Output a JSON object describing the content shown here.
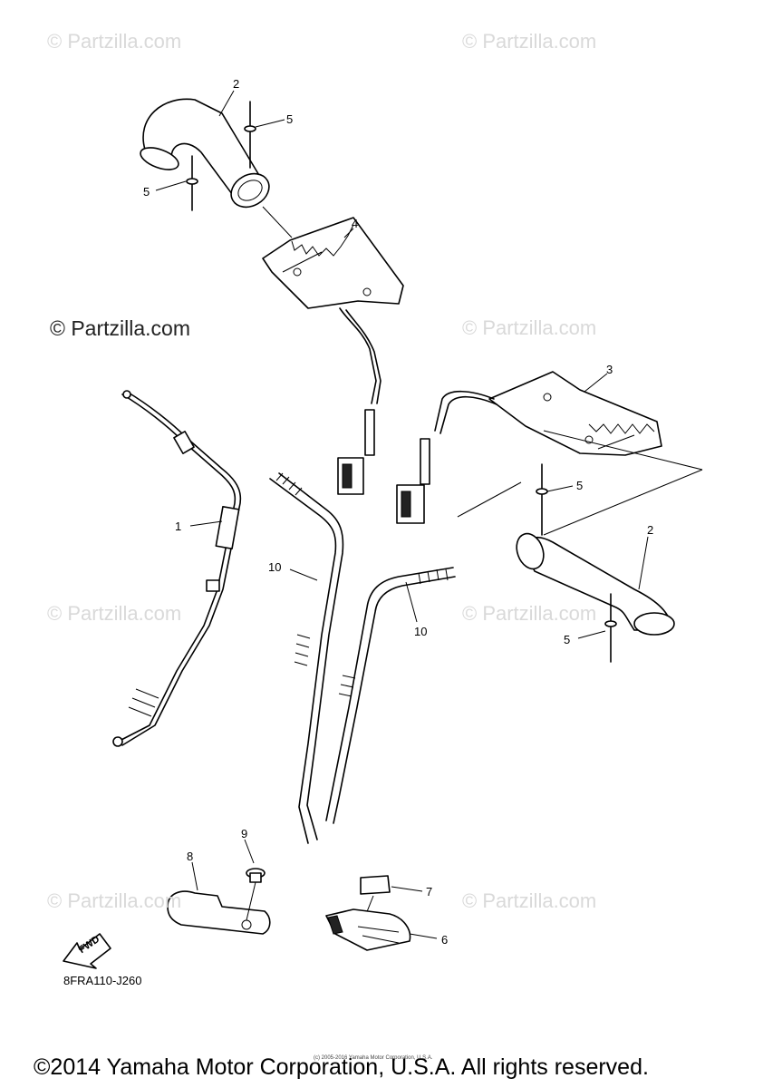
{
  "watermarks": {
    "tl": "© Partzilla.com",
    "tr": "© Partzilla.com",
    "ml_strong": "© Partzilla.com",
    "mr": "© Partzilla.com",
    "ll": "© Partzilla.com",
    "lr": "© Partzilla.com",
    "bl": "© Partzilla.com",
    "br": "© Partzilla.com"
  },
  "callouts": {
    "c2_top": "2",
    "c5_a": "5",
    "c5_b": "5",
    "c4": "4",
    "c3": "3",
    "c5_c": "5",
    "c2_right": "2",
    "c1": "1",
    "c10_a": "10",
    "c10_b": "10",
    "c5_d": "5",
    "c9": "9",
    "c8": "8",
    "c7": "7",
    "c6": "6"
  },
  "fwd_label": "FWD",
  "diagram_code": "8FRA110-J260",
  "tiny_copyright": "(c) 2005-2016 Yamaha Motor Corporation, U.S.A.",
  "footer_copyright": "©2014 Yamaha Motor Corporation, U.S.A. All rights reserved."
}
